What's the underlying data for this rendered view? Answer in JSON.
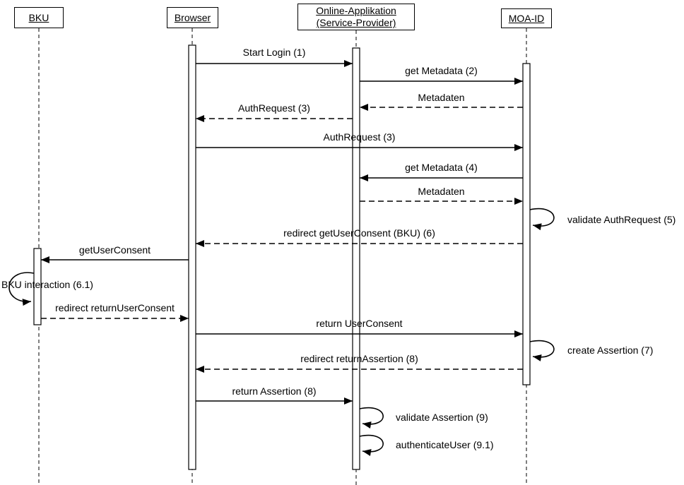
{
  "diagram": {
    "type": "uml-sequence-diagram",
    "colors": {
      "line": "#000000",
      "background": "#ffffff",
      "text": "#000000"
    },
    "actors": [
      {
        "label": "BKU"
      },
      {
        "label": "Browser"
      },
      {
        "label": "Online-Applikation (Service-Provider)"
      },
      {
        "label": "MOA-ID"
      }
    ],
    "messages": [
      {
        "label": "Start Login (1)",
        "from": "Browser",
        "to": "Online-Applikation (Service-Provider)",
        "style": "solid"
      },
      {
        "label": "get Metadata (2)",
        "from": "Online-Applikation (Service-Provider)",
        "to": "MOA-ID",
        "style": "solid"
      },
      {
        "label": "Metadaten",
        "from": "MOA-ID",
        "to": "Online-Applikation (Service-Provider)",
        "style": "dashed"
      },
      {
        "label": "AuthRequest (3)",
        "from": "Online-Applikation (Service-Provider)",
        "to": "Browser",
        "style": "dashed"
      },
      {
        "label": "AuthRequest (3)",
        "from": "Browser",
        "to": "MOA-ID",
        "style": "solid"
      },
      {
        "label": "get Metadata (4)",
        "from": "MOA-ID",
        "to": "Online-Applikation (Service-Provider)",
        "style": "solid"
      },
      {
        "label": "Metadaten",
        "from": "Online-Applikation (Service-Provider)",
        "to": "MOA-ID",
        "style": "dashed"
      },
      {
        "label": "validate AuthRequest (5)",
        "from": "MOA-ID",
        "to": "MOA-ID",
        "style": "self"
      },
      {
        "label": "redirect getUserConsent (BKU) (6)",
        "from": "MOA-ID",
        "to": "Browser",
        "style": "dashed"
      },
      {
        "label": "getUserConsent",
        "from": "Browser",
        "to": "BKU",
        "style": "solid"
      },
      {
        "label": "BKU interaction (6.1)",
        "from": "BKU",
        "to": "BKU",
        "style": "self"
      },
      {
        "label": "redirect returnUserConsent",
        "from": "BKU",
        "to": "Browser",
        "style": "dashed"
      },
      {
        "label": "return UserConsent",
        "from": "Browser",
        "to": "MOA-ID",
        "style": "solid"
      },
      {
        "label": "create Assertion (7)",
        "from": "MOA-ID",
        "to": "MOA-ID",
        "style": "self"
      },
      {
        "label": "redirect returnAssertion (8)",
        "from": "MOA-ID",
        "to": "Browser",
        "style": "dashed"
      },
      {
        "label": "return Assertion (8)",
        "from": "Browser",
        "to": "Online-Applikation (Service-Provider)",
        "style": "solid"
      },
      {
        "label": "validate Assertion (9)",
        "from": "Online-Applikation (Service-Provider)",
        "to": "Online-Applikation (Service-Provider)",
        "style": "self"
      },
      {
        "label": "authenticateUser (9.1)",
        "from": "Online-Applikation (Service-Provider)",
        "to": "Online-Applikation (Service-Provider)",
        "style": "self"
      }
    ]
  }
}
